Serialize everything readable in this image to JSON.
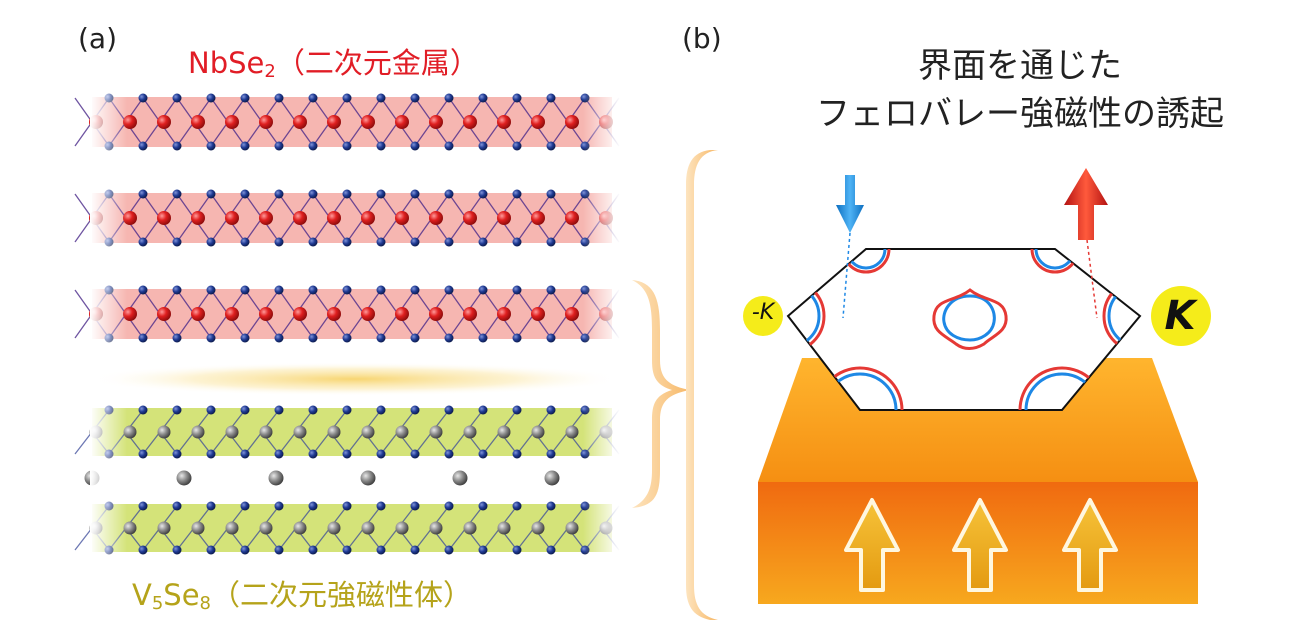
{
  "panel_a": {
    "label": "(a)",
    "top_material": {
      "formula": "NbSe",
      "sub": "2",
      "description": "（二次元金属）",
      "color": "#e11d26"
    },
    "bottom_material": {
      "formula_1": "V",
      "sub_1": "5",
      "formula_2": "Se",
      "sub_2": "8",
      "description": "（二次元強磁性体）",
      "color": "#b5a31a"
    },
    "nbse2_layer_count": 3,
    "v5se8_layer_count": 2
  },
  "panel_b": {
    "label": "(b)",
    "title_line1": "界面を通じた",
    "title_line2": "フェロバレー強磁性の誘起",
    "valley_minus": "-K",
    "valley_plus": "K",
    "spin_down_color": "#1e88e5",
    "spin_up_color": "#e53935",
    "magnet_arrow_count": 3
  },
  "colors": {
    "nb_atom": "#e02020",
    "se_atom": "#1f3a93",
    "v_atom": "#7a7a7a",
    "nbse2_band": "#f4a9a3",
    "v5se8_band": "#cfe06a",
    "bracket": "#fbd7a3",
    "block_top": "#f9a414",
    "block_front": "#f26a12"
  }
}
